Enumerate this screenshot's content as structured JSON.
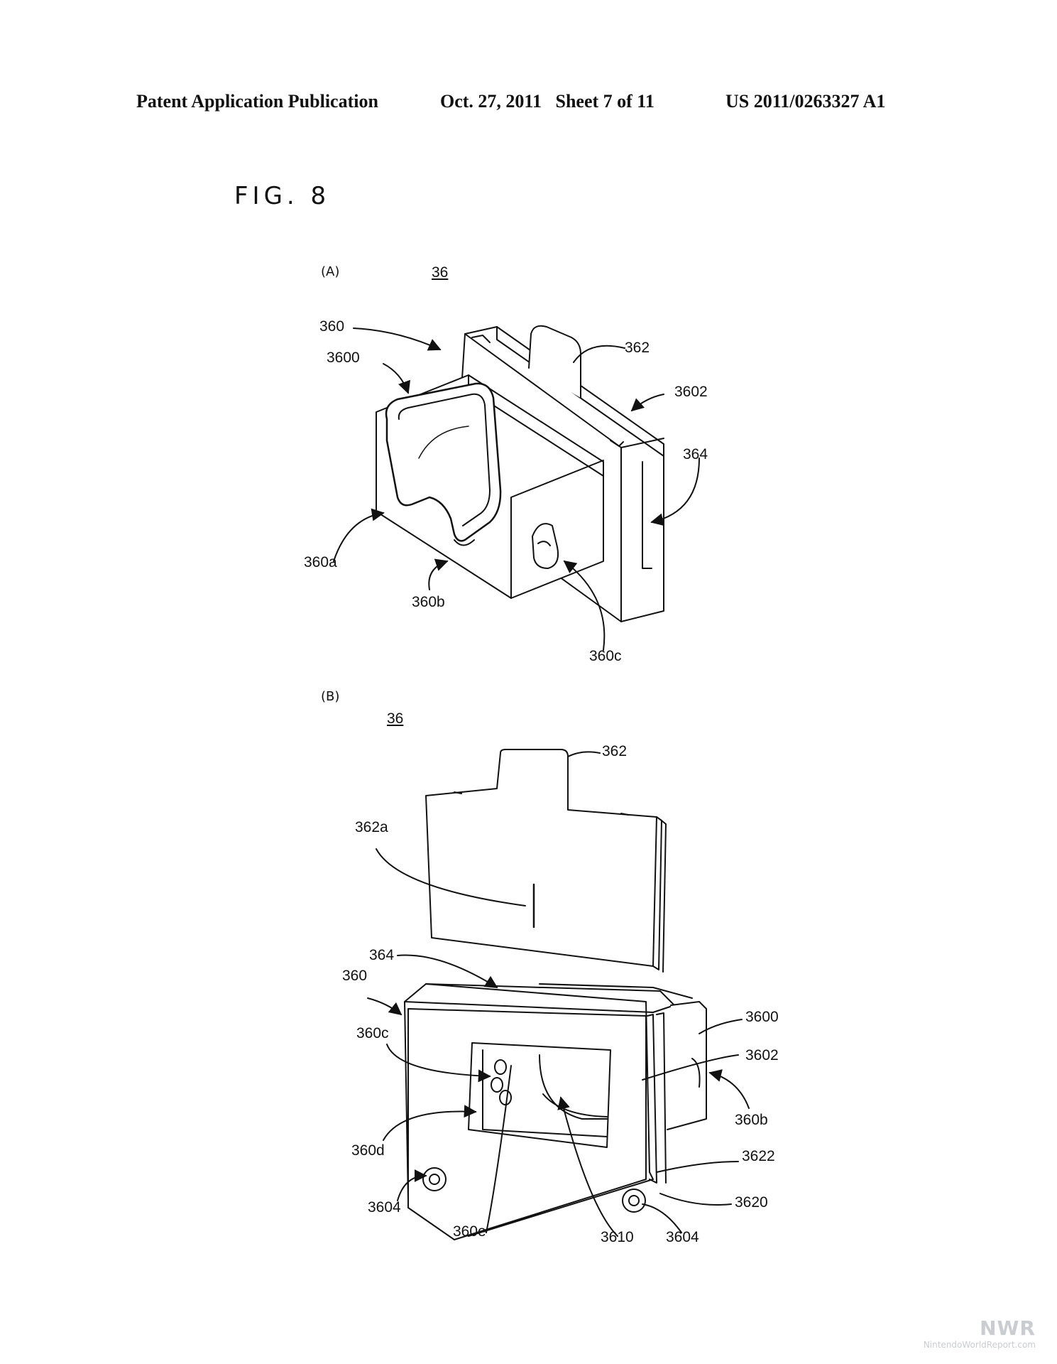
{
  "header": {
    "publication": "Patent Application Publication",
    "date_sheet": "Oct. 27, 2011   Sheet 7 of 11",
    "number": "US 2011/0263327 A1"
  },
  "figure": {
    "title": "FIG. 8"
  },
  "view_a": {
    "tag": "(A)",
    "ref": "36",
    "labels": {
      "l360": "360",
      "l3600": "3600",
      "l362": "362",
      "l3602": "3602",
      "l364": "364",
      "l360a": "360a",
      "l360b": "360b",
      "l360c": "360c"
    }
  },
  "view_b": {
    "tag": "(B)",
    "ref": "36",
    "labels": {
      "l362": "362",
      "l362a": "362a",
      "l364": "364",
      "l360": "360",
      "l3600": "3600",
      "l360c": "360c",
      "l3602": "3602",
      "l360b": "360b",
      "l360d": "360d",
      "l3622": "3622",
      "l3604_left": "3604",
      "l3620": "3620",
      "l360e": "360e",
      "l3610": "3610",
      "l3604_right": "3604"
    }
  },
  "watermark": {
    "logo": "NWR",
    "site": "NintendoWorldReport.com"
  }
}
